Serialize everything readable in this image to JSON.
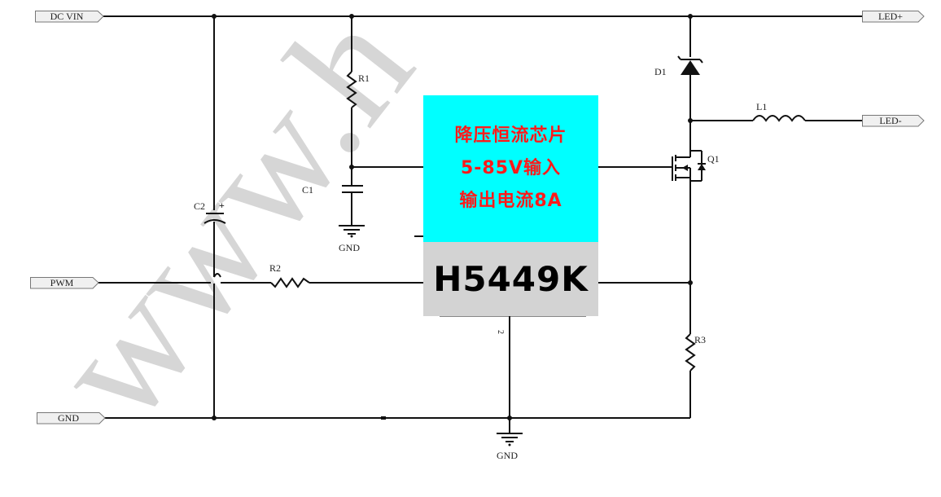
{
  "watermark": "www.h",
  "ports": {
    "dc_vin": "DC VIN",
    "pwm": "PWM",
    "gnd": "GND",
    "led_plus": "LED+",
    "led_minus": "LED-"
  },
  "components": {
    "r1": "R1",
    "r2": "R2",
    "r3": "R3",
    "c1": "C1",
    "c2": "C2",
    "c2_polarity": "+",
    "d1": "D1",
    "l1": "L1",
    "q1": "Q1",
    "gnd_c1": "GND",
    "gnd_main": "GND",
    "pin_2": "2"
  },
  "chip": {
    "line1": "降压恒流芯片",
    "line2": "5-85V输入",
    "line3": "输出电流8A",
    "part_number": "H5449K",
    "top_color": "#00FFFF",
    "text_color": "#FF1A1A",
    "bottom_color": "#D3D3D3"
  }
}
